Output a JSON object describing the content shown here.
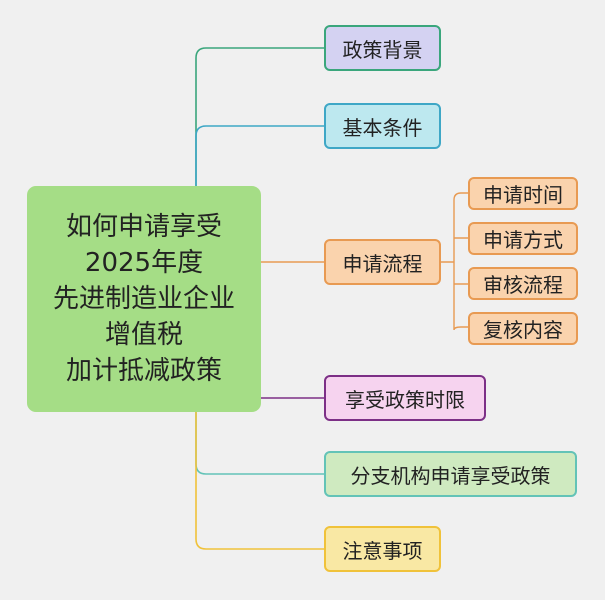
{
  "root": {
    "lines": [
      "如何申请享受",
      "2025年度",
      "先进制造业企业",
      "增值税",
      "加计抵减政策"
    ],
    "fill": "#a5dd86"
  },
  "branches": [
    {
      "label": "政策背景",
      "fill": "#d4d2f2",
      "border": "#3aa67c",
      "line": "#3aa67c"
    },
    {
      "label": "基本条件",
      "fill": "#bde8ef",
      "border": "#3ea7c6",
      "line": "#3ea7c6"
    },
    {
      "label": "申请流程",
      "fill": "#fad3ad",
      "border": "#e89a52",
      "line": "#e89a52",
      "children": [
        "申请时间",
        "申请方式",
        "审核流程",
        "复核内容"
      ]
    },
    {
      "label": "享受政策时限",
      "fill": "#f6d3ef",
      "border": "#7c2f86",
      "line": "#7c2f86"
    },
    {
      "label": "分支机构申请享受政策",
      "fill": "#cfeac0",
      "border": "#63c3b7",
      "line": "#63c3b7"
    },
    {
      "label": "注意事项",
      "fill": "#f9e8a4",
      "border": "#f0c23a",
      "line": "#f0c23a"
    }
  ]
}
